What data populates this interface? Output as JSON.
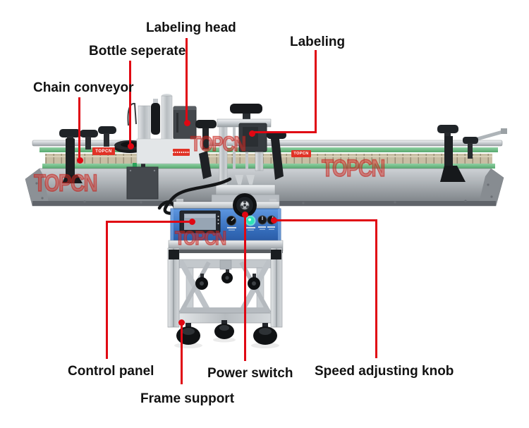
{
  "callouts": [
    {
      "id": "labeling-head",
      "label": "Labeling head"
    },
    {
      "id": "bottle-seperate",
      "label": "Bottle seperate"
    },
    {
      "id": "labeling",
      "label": "Labeling"
    },
    {
      "id": "chain-conveyor",
      "label": "Chain conveyor"
    },
    {
      "id": "control-panel",
      "label": "Control panel"
    },
    {
      "id": "power-switch",
      "label": "Power switch"
    },
    {
      "id": "speed-adjusting-knob",
      "label": "Speed adjusting knob"
    },
    {
      "id": "frame-support",
      "label": "Frame support"
    }
  ],
  "brand": {
    "watermark_text": "TOPCN",
    "sticker_text": "TOPCN"
  },
  "colors": {
    "callout_red": "#e00713",
    "label_text": "#121212",
    "machine_blue": "#3a74c6",
    "power_button_green": "#2fe3b6",
    "watermark_red": "#cd261e",
    "conveyor_green": "#5fae74",
    "belt_tan": "#c8bea4"
  }
}
